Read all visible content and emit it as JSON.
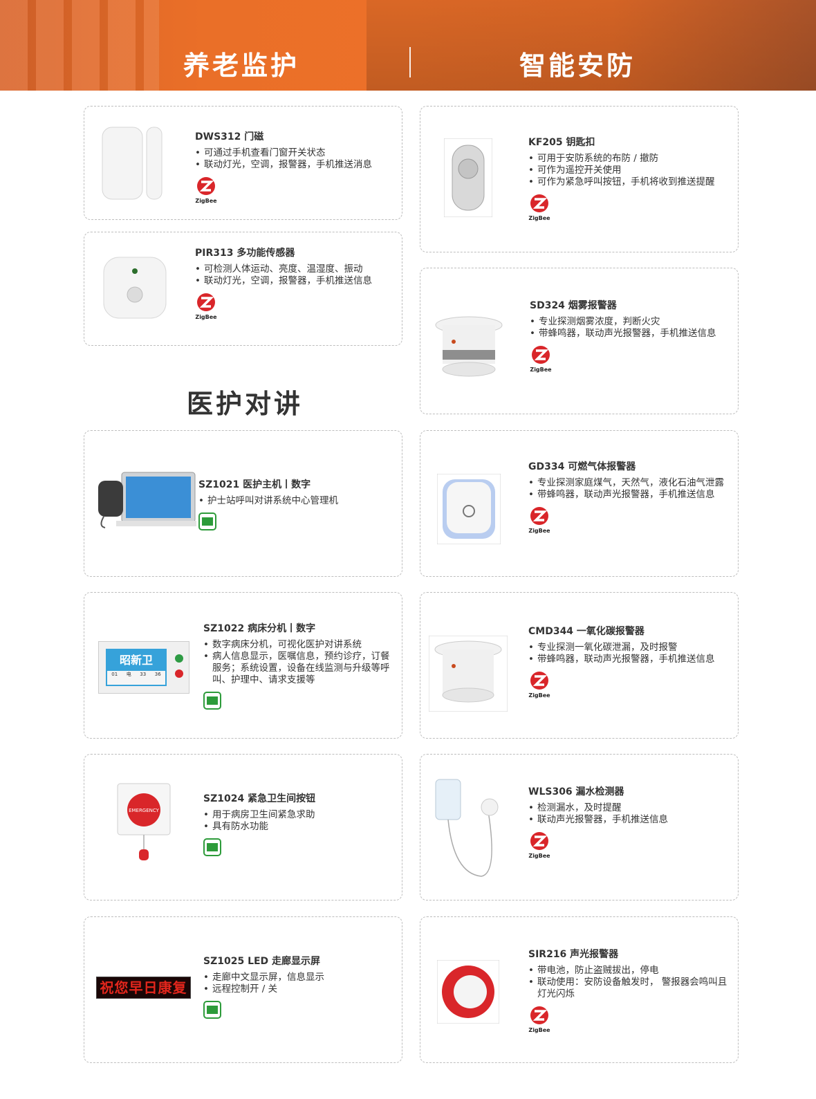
{
  "banner": {
    "left_title": "养老监护",
    "right_title": "智能安防"
  },
  "middle_title": "医护对讲",
  "zigbee_label": "ZigBee",
  "emergency_label": "EMERGENCY",
  "colors": {
    "accent_orange": "#ec7029",
    "zigbee_red": "#d9262a",
    "lan_green": "#2d9b3a"
  },
  "sz1022_screen": {
    "name": "昭新卫",
    "rows": [
      "01",
      "电",
      "33",
      "36"
    ]
  },
  "led_text": "祝您早日康复",
  "cards": {
    "dws312": {
      "name": "DWS312 门磁",
      "bullets": [
        "可通过手机查看门窗开关状态",
        "联动灯光，空调，报警器，手机推送消息"
      ],
      "icon": "zigbee-icon"
    },
    "pir313": {
      "name": "PIR313 多功能传感器",
      "bullets": [
        "可检测人体运动、亮度、温湿度、振动",
        "联动灯光，空调，报警器，手机推送信息"
      ],
      "icon": "zigbee-icon"
    },
    "sz1021": {
      "name": "SZ1021 医护主机丨数字",
      "bullets": [
        "护士站呼叫对讲系统中心管理机"
      ],
      "icon": "lan-icon"
    },
    "sz1022": {
      "name": "SZ1022 病床分机丨数字",
      "bullets": [
        "数字病床分机，可视化医护对讲系统",
        "病人信息显示，医嘱信息，预约诊疗，订餐服务；系统设置，设备在线监测与升级等呼叫、护理中、请求支援等"
      ],
      "icon": "lan-icon"
    },
    "sz1024": {
      "name": "SZ1024 紧急卫生间按钮",
      "bullets": [
        "用于病房卫生间紧急求助",
        "具有防水功能"
      ],
      "icon": "lan-icon"
    },
    "sz1025": {
      "name": "SZ1025 LED 走廊显示屏",
      "bullets": [
        "走廊中文显示屏，信息显示",
        "远程控制开 / 关"
      ],
      "icon": "lan-icon"
    },
    "kf205": {
      "name": "KF205 钥匙扣",
      "bullets": [
        "可用于安防系统的布防 / 撤防",
        "可作为遥控开关使用",
        "可作为紧急呼叫按钮，手机将收到推送提醒"
      ],
      "icon": "zigbee-icon"
    },
    "sd324": {
      "name": "SD324 烟雾报警器",
      "bullets": [
        "专业探测烟雾浓度，判断火灾",
        "带蜂鸣器，联动声光报警器，手机推送信息"
      ],
      "icon": "zigbee-icon"
    },
    "gd334": {
      "name": "GD334 可燃气体报警器",
      "bullets": [
        "专业探测家庭煤气，天然气，液化石油气泄露",
        "带蜂鸣器，联动声光报警器，手机推送信息"
      ],
      "icon": "zigbee-icon"
    },
    "cmd344": {
      "name": "CMD344 一氧化碳报警器",
      "bullets": [
        "专业探测一氧化碳泄漏，及时报警",
        "带蜂鸣器，联动声光报警器，手机推送信息"
      ],
      "icon": "zigbee-icon"
    },
    "wls306": {
      "name": "WLS306 漏水检测器",
      "bullets": [
        "检测漏水，及时提醒",
        "联动声光报警器，手机推送信息"
      ],
      "icon": "zigbee-icon"
    },
    "sir216": {
      "name": "SIR216 声光报警器",
      "bullets": [
        "带电池，防止盗贼拔出，停电",
        "联动使用：安防设备触发时， 警报器会鸣叫且灯光闪烁"
      ],
      "icon": "zigbee-icon"
    }
  }
}
